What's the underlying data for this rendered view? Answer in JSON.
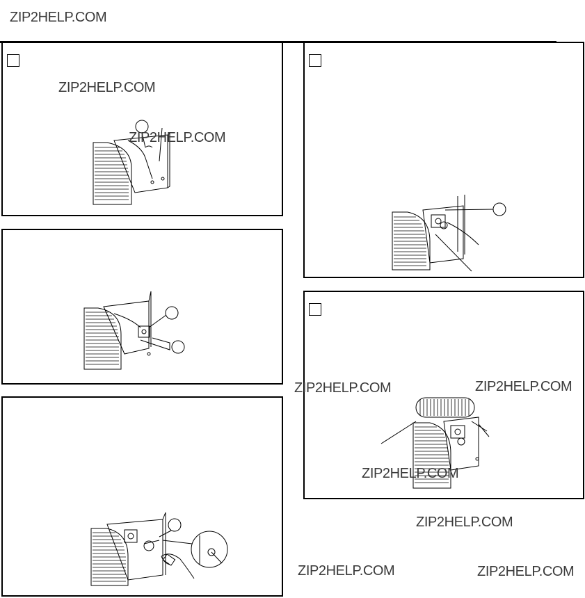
{
  "watermark": {
    "text": "ZIP2HELP.COM"
  },
  "colors": {
    "line": "#000000",
    "watermark": "#3a3a3a",
    "background": "#ffffff"
  },
  "panels": [
    {
      "id": "panel-1",
      "has_checkbox": true,
      "callouts": 1
    },
    {
      "id": "panel-2",
      "has_checkbox": false,
      "callouts": 2
    },
    {
      "id": "panel-3",
      "has_checkbox": false,
      "callouts": 1
    },
    {
      "id": "panel-4",
      "has_checkbox": true,
      "callouts": 1
    },
    {
      "id": "panel-5",
      "has_checkbox": true,
      "callouts": 0
    }
  ]
}
